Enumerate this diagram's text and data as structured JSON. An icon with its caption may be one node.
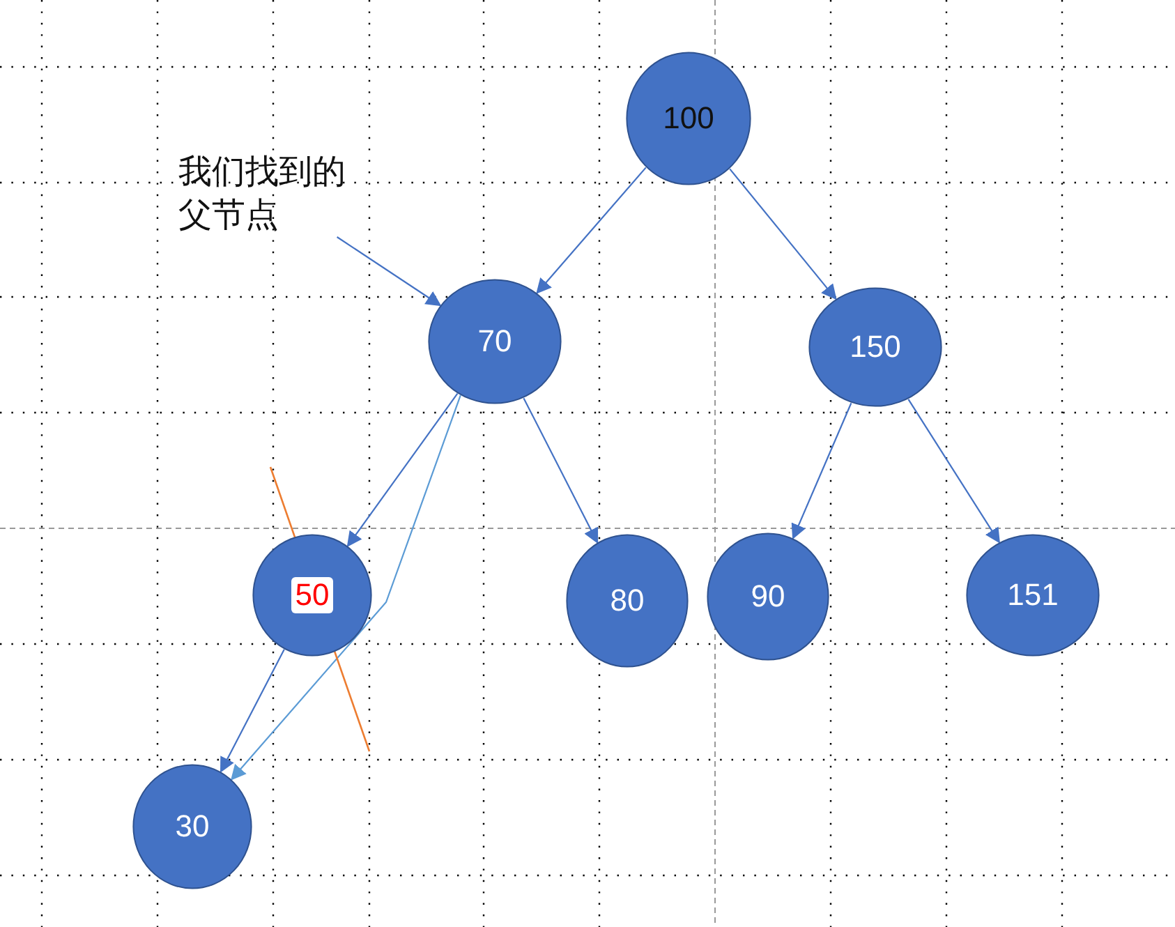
{
  "diagram": {
    "nodes": [
      {
        "text": [
          "100"
        ]
      },
      {
        "text": [
          "70"
        ]
      },
      {
        "text": [
          "150"
        ]
      },
      {
        "text": [
          "50"
        ]
      },
      {
        "text": [
          "80"
        ]
      },
      {
        "text": [
          "90"
        ]
      },
      {
        "text": [
          "151"
        ]
      },
      {
        "text": [
          "30"
        ]
      },
      {
        "text": [
          "我们找到的父节点"
        ]
      }
    ],
    "edges": [
      {
        "from": 0,
        "to": 1,
        "arrow": "to"
      },
      {
        "from": 0,
        "to": 2,
        "arrow": "to"
      },
      {
        "from": 1,
        "to": 3,
        "arrow": "to"
      },
      {
        "from": 1,
        "to": 4,
        "arrow": "to"
      },
      {
        "from": 1,
        "to": 7,
        "arrow": "to",
        "color": "#5b9bd5"
      },
      {
        "from": 2,
        "to": 5,
        "arrow": "to"
      },
      {
        "from": 2,
        "to": 6,
        "arrow": "to"
      },
      {
        "from": 3,
        "to": 7,
        "arrow": "to"
      },
      {
        "from": 8,
        "to": 1,
        "arrow": "to"
      }
    ]
  }
}
